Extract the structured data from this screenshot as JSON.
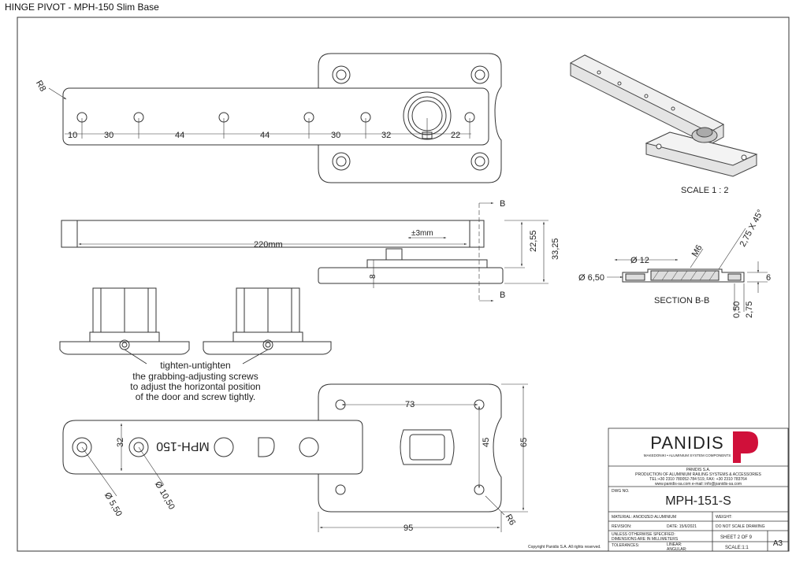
{
  "page": {
    "title": "HINGE PIVOT - MPH-150 Slim Base"
  },
  "top_view": {
    "radius": "R8",
    "dims": [
      "10",
      "30",
      "44",
      "44",
      "30",
      "32",
      "22"
    ]
  },
  "side_view": {
    "section_marker": "B",
    "length": "220mm",
    "adjust": "±3mm",
    "height1": "22,55",
    "height2": "33,25",
    "base": "8"
  },
  "section": {
    "label": "SECTION B-B",
    "d12": "Ø 12",
    "thread": "M6",
    "chamfer": "2,75 X 45°",
    "dia": "Ø 6,50",
    "h6": "6",
    "v050": "0,50",
    "v275": "2,75"
  },
  "iso_view": {
    "scale": "SCALE 1 : 2"
  },
  "note": {
    "lines": [
      "tighten-untighten",
      "the grabbing-adjusting screws",
      "to adjust the horizontal position",
      "of the door and screw tightly."
    ]
  },
  "bottom_view": {
    "engraving": "MPH-150",
    "d32": "32",
    "d73": "73",
    "d45": "45",
    "d65": "65",
    "d95": "95",
    "dia550": "Ø 5,50",
    "dia1050": "Ø 10,50",
    "r6": "R6"
  },
  "title_block": {
    "logo": "PANIDIS",
    "tagline": "MAKEDONIKI • ALUMINIUM SYSTEM COMPONENTS",
    "company": "PANIDIS S.A.",
    "company2": "PRODUCTION OF ALUMINIUM RAILING SYSTEMS & ACCESSORIES",
    "contact1": "TEL:+30 2310 780052-784 519, FAX: +30 2310 783764",
    "contact2": "www.panidis-sa.com   e-mail: info@panidis-sa.com",
    "dwg_label": "DWG NO.",
    "dwg_no": "MPH-151-S",
    "material": "MATERIAL:  ANODIZED ALUMINIUM",
    "weight": "WEIGHT:",
    "revision": "REVISION:",
    "date": "DATE:  15/6/2021",
    "no_scale": "DO NOT SCALE DRAWING",
    "unless1": "UNLESS OTHERWISE SPECIFIED:",
    "unless2": "DIMENSIONS ARE IN MILLIMETERS",
    "sheet": "SHEET 2 OF 9",
    "tolerances": "TOLERANCES:",
    "linear": "LINEAR:",
    "angular": "ANGULAR:",
    "scale": "SCALE:1:1",
    "size": "A3",
    "copyright": "Copyright Panidis S.A.  All rights reserved.",
    "brand_color": "#d0103a"
  }
}
